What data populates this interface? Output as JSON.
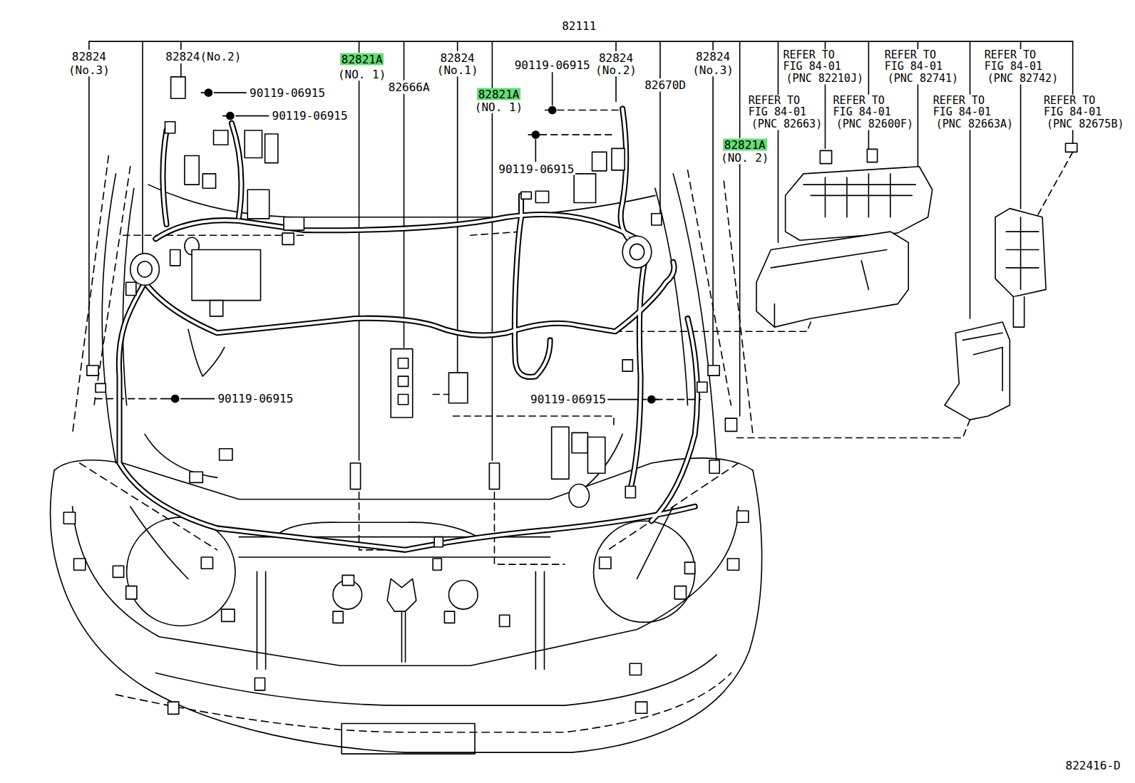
{
  "diagram": {
    "labels": [
      "82111",
      "82824",
      "(No.3)",
      "82824(No.2)",
      "90119-06915",
      "90119-06915",
      "82821A",
      "(NO. 1)",
      "82666A",
      "82824",
      "(No.1)",
      "90119-06915",
      "82824",
      "(No.2)",
      "82821A",
      "(NO. 1)",
      "82670D",
      "90119-06915",
      "82824",
      "(No.3)",
      "82821A",
      "(NO. 2)",
      "REFER TO",
      "FIG 84-01",
      "(PNC 82663)",
      "REFER TO",
      "FIG 84-01",
      "(PNC 82210J)",
      "REFER TO",
      "FIG 84-01",
      "(PNC 82600F)",
      "REFER TO",
      "FIG 84-01",
      "(PNC 82741)",
      "REFER TO",
      "FIG 84-01",
      "(PNC 82663A)",
      "REFER TO",
      "FIG 84-01",
      "(PNC 82742)",
      "REFER TO",
      "FIG 84-01",
      "(PNC 82675B)",
      "90119-06915",
      "90119-06915",
      "822416-D"
    ]
  }
}
